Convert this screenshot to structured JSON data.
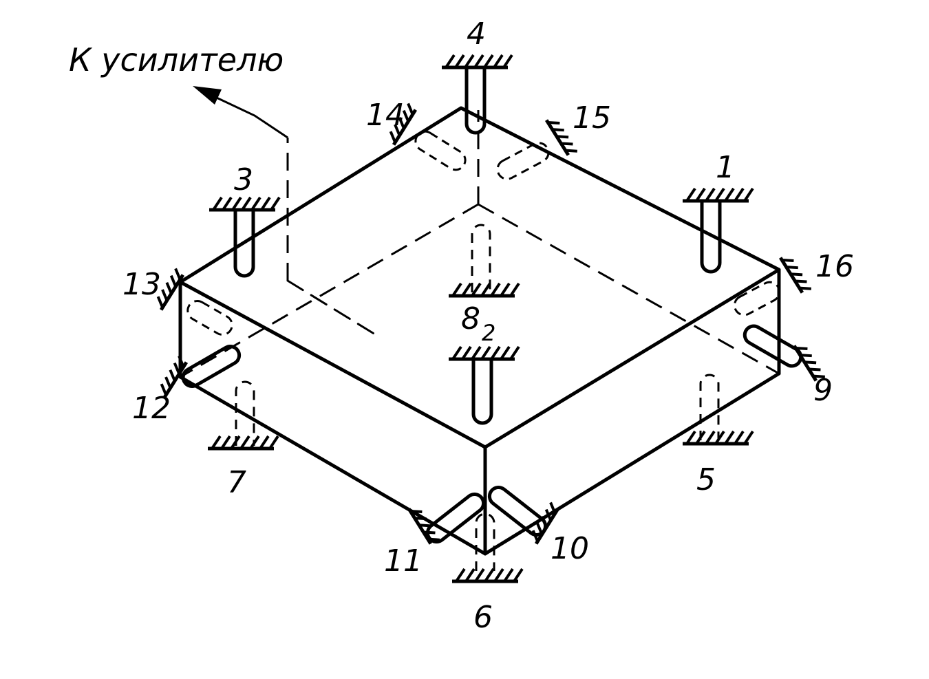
{
  "caption": "К усилителю",
  "labels": {
    "l1": "1",
    "l2": "2",
    "l3": "3",
    "l4": "4",
    "l5": "5",
    "l6": "6",
    "l7": "7",
    "l8": "8",
    "l9": "9",
    "l10": "10",
    "l11": "11",
    "l12": "12",
    "l13": "13",
    "l14": "14",
    "l15": "15",
    "l16": "16"
  }
}
